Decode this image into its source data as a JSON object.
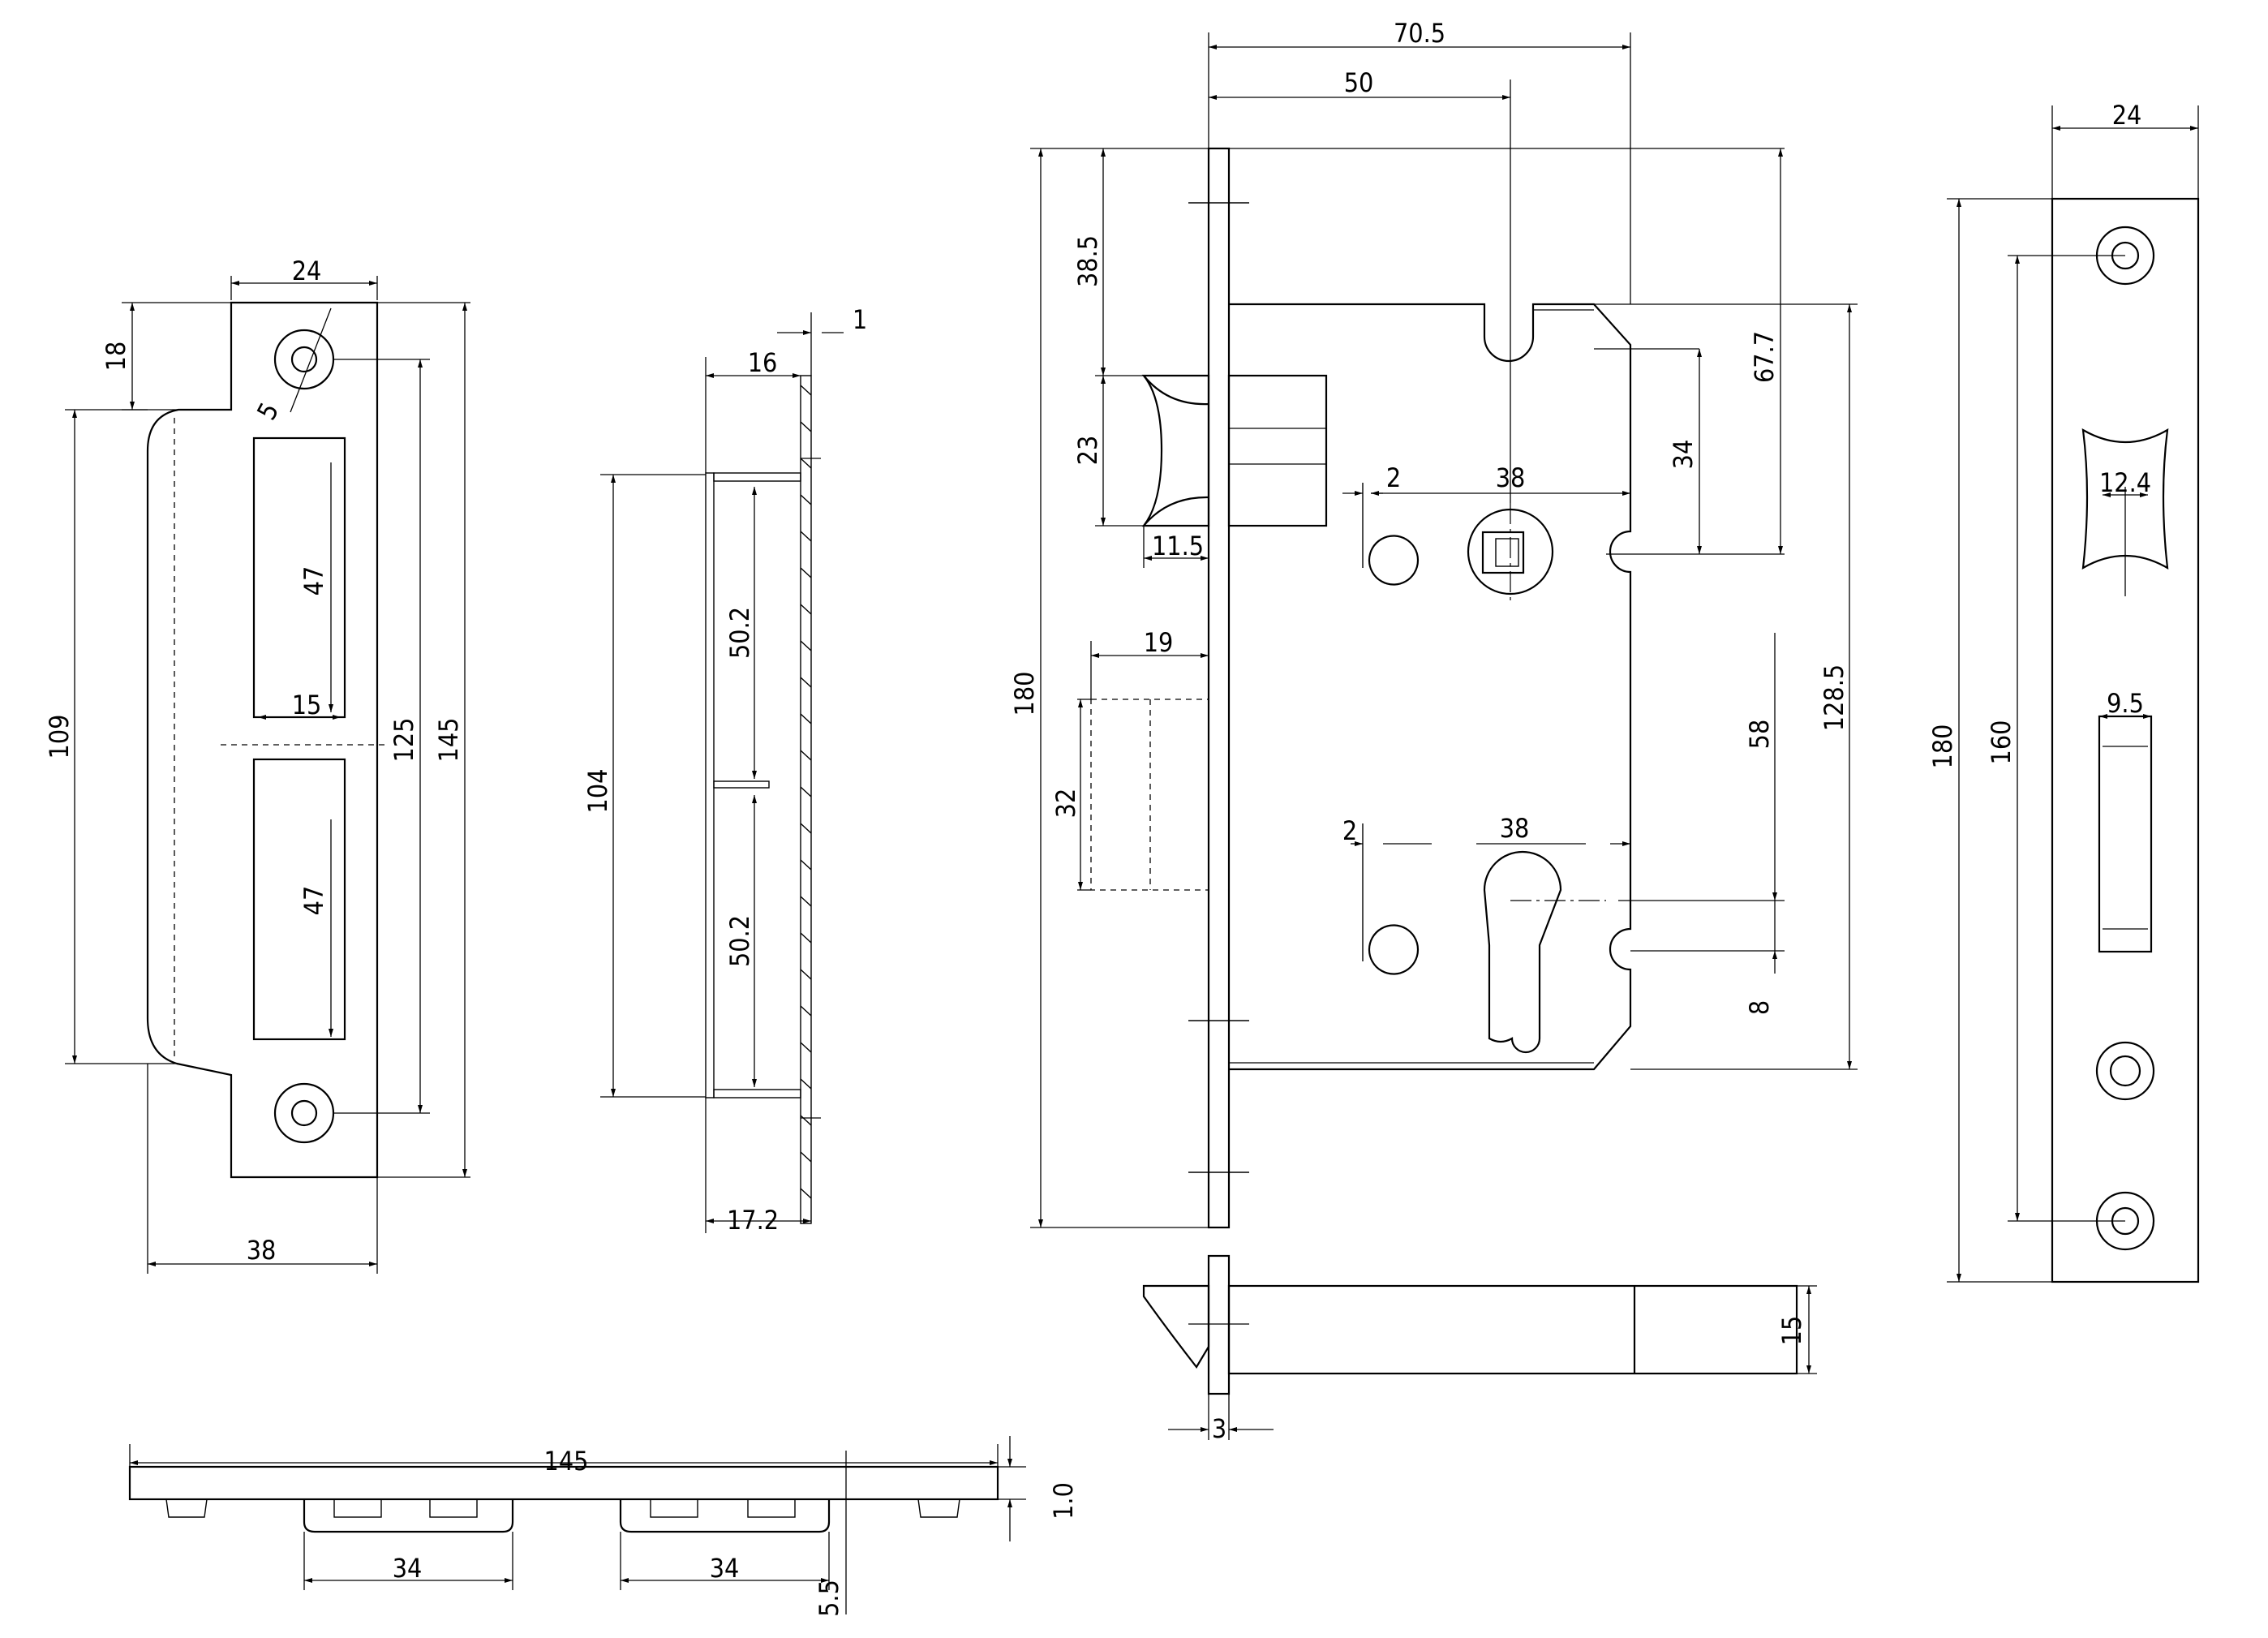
{
  "strike_plate_front": {
    "width_top": "24",
    "offset_top": "18",
    "screw_hole": "5",
    "opening_length_top": "47",
    "opening_length_bottom": "47",
    "opening_width": "15",
    "inner_height": "109",
    "hole_spacing": "125",
    "height": "145",
    "width": "38"
  },
  "strike_plate_side": {
    "thickness": "1",
    "depth": "16",
    "height": "104",
    "half_top": "50.2",
    "half_bottom": "50.2",
    "total_depth": "17.2"
  },
  "strike_plate_bottom": {
    "length": "145",
    "pocket_left": "34",
    "pocket_right": "34",
    "thickness": "1.0",
    "offset": "5.5"
  },
  "lock_body": {
    "width_total": "70.5",
    "backset": "50",
    "height": "180",
    "latch_offset": "38.5",
    "latch_height": "23",
    "latch_projection": "11.5",
    "bolt_projection": "19",
    "bolt_height": "32",
    "gap_top": "2",
    "gap_bottom": "2",
    "spindle_center_top": "38",
    "cylinder_center": "38",
    "upper_distance": "67.7",
    "spindle_offset": "34",
    "case_height": "128.5",
    "center_distance": "58",
    "lower_offset": "8",
    "case_depth": "15",
    "faceplate_thickness": "3"
  },
  "faceplate": {
    "width": "24",
    "height": "180",
    "hole_spacing": "160",
    "latch_width": "12.4",
    "bolt_width": "9.5"
  }
}
